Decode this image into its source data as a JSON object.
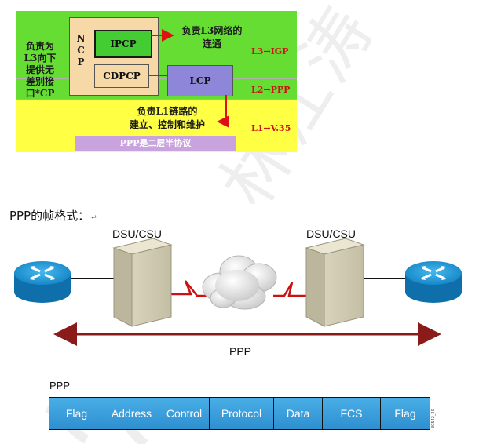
{
  "stack": {
    "left_text": [
      "负责为",
      "L3向下",
      "提供无",
      "差别接",
      "口*CP"
    ],
    "ncp_letters": [
      "N",
      "C",
      "P"
    ],
    "ipcp": "IPCP",
    "cdpcp": "CDPCP",
    "lcp": "LCP",
    "l3_desc": [
      "负责L3网络的",
      "连通"
    ],
    "l1_desc": [
      "负责L1链路的",
      "建立、控制和维护"
    ],
    "layers": [
      "L3→IGP",
      "L2→PPP",
      "L1→V.35"
    ],
    "note": "PPP是二层半协议",
    "colors": {
      "band_green": "#66dd33",
      "band_yellow": "#ffff44",
      "arrow": "#dd1111"
    }
  },
  "watermark": {
    "text": "林江涛"
  },
  "frame_heading": {
    "text": "PPP的帧格式：",
    "mark": "↵"
  },
  "link": {
    "left_device": "DSU/CSU",
    "right_device": "DSU/CSU",
    "span_label": "PPP",
    "colors": {
      "router": "#1b9ad6",
      "arrow": "#8b1a1a",
      "serial": "#cc1111"
    }
  },
  "frame": {
    "label": "PPP",
    "fields": [
      "Flag",
      "Address",
      "Control",
      "Protocol",
      "Data",
      "FCS",
      "Flag"
    ],
    "code": "30542_20"
  }
}
